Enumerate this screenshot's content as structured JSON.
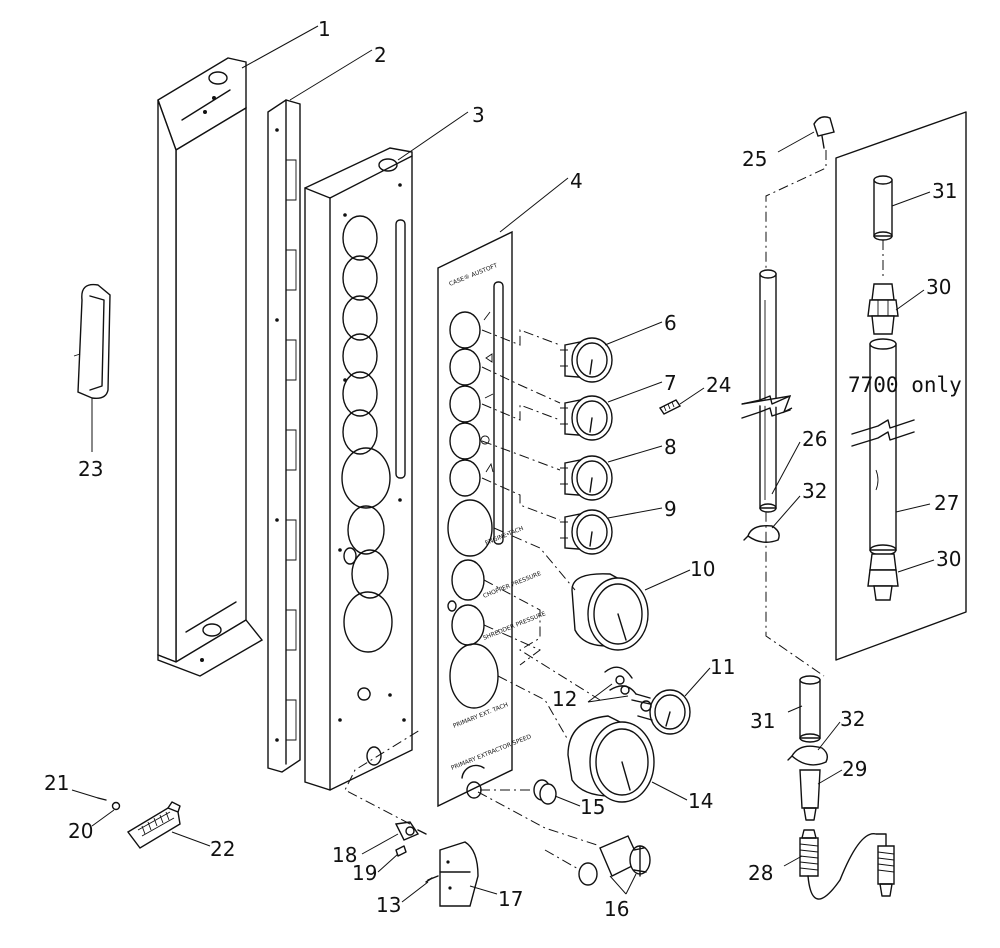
{
  "callouts": {
    "c1": "1",
    "c2": "2",
    "c3": "3",
    "c4": "4",
    "c6": "6",
    "c7": "7",
    "c8": "8",
    "c9": "9",
    "c10": "10",
    "c11": "11",
    "c12": "12",
    "c13": "13",
    "c14": "14",
    "c15": "15",
    "c16": "16",
    "c17": "17",
    "c18": "18",
    "c19": "19",
    "c20": "20",
    "c21": "21",
    "c22": "22",
    "c23": "23",
    "c24": "24",
    "c25": "25",
    "c26": "26",
    "c27": "27",
    "c28": "28",
    "c29": "29",
    "c30a": "30",
    "c30b": "30",
    "c31a": "31",
    "c31b": "31",
    "c32a": "32",
    "c32b": "32"
  },
  "note": "7700 only",
  "panel_labels": {
    "brand": "CASE® AUSTOFT",
    "rpm": "ENGINE TACH",
    "chopper": "CHOPPER PRESSURE",
    "shredder": "SHREDDER PRESSURE",
    "extractor": "PRIMARY EXT. TACH",
    "speed": "PRIMARY EXTRACTOR SPEED"
  }
}
